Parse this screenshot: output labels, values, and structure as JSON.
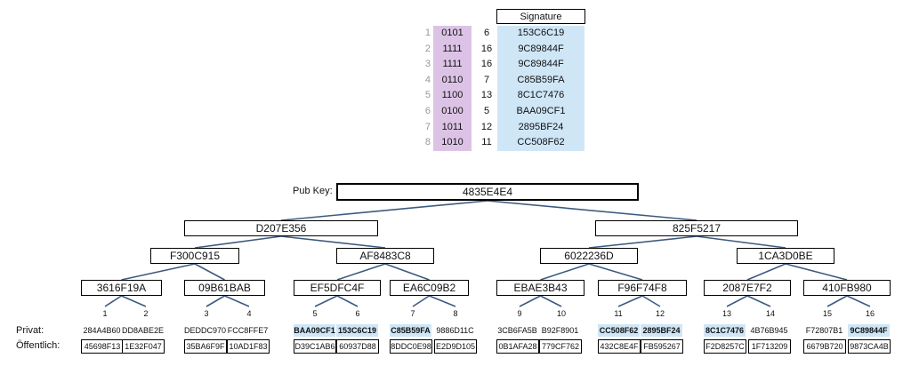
{
  "table": {
    "header": "Signature",
    "rows": [
      {
        "n": "1",
        "bits": "0101",
        "count": "6",
        "sig": "153C6C19"
      },
      {
        "n": "2",
        "bits": "1111",
        "count": "16",
        "sig": "9C89844F"
      },
      {
        "n": "3",
        "bits": "1111",
        "count": "16",
        "sig": "9C89844F"
      },
      {
        "n": "4",
        "bits": "0110",
        "count": "7",
        "sig": "C85B59FA"
      },
      {
        "n": "5",
        "bits": "1100",
        "count": "13",
        "sig": "8C1C7476"
      },
      {
        "n": "6",
        "bits": "0100",
        "count": "5",
        "sig": "BAA09CF1"
      },
      {
        "n": "7",
        "bits": "1011",
        "count": "12",
        "sig": "2895BF24"
      },
      {
        "n": "8",
        "bits": "1010",
        "count": "11",
        "sig": "CC508F62"
      }
    ]
  },
  "tree": {
    "pub_label": "Pub Key:",
    "root": "4835E4E4",
    "level1": [
      "D207E356",
      "825F5217"
    ],
    "level2": [
      "F300C915",
      "AF8483C8",
      "6022236D",
      "1CA3D0BE"
    ],
    "level3": [
      "3616F19A",
      "09B61BAB",
      "EF5DFC4F",
      "EA6C09B2",
      "EBAE3B43",
      "F96F74F8",
      "2087E7F2",
      "410FB980"
    ],
    "leaf_numbers": [
      "1",
      "2",
      "3",
      "4",
      "5",
      "6",
      "7",
      "8",
      "9",
      "10",
      "11",
      "12",
      "13",
      "14",
      "15",
      "16"
    ],
    "private_label": "Privat:",
    "public_label": "Öffentlich:",
    "private": [
      "284A4B60",
      "DD8ABE2E",
      "DEDDC970",
      "FCC8FFE7",
      "BAA09CF1",
      "153C6C19",
      "C85B59FA",
      "9886D11C",
      "3CB6FA5B",
      "B92F8901",
      "CC508F62",
      "2895BF24",
      "8C1C7476",
      "4B76B945",
      "F72807B1",
      "9C89844F"
    ],
    "private_highlight": [
      false,
      false,
      false,
      false,
      true,
      true,
      true,
      false,
      false,
      false,
      true,
      true,
      true,
      false,
      false,
      true
    ],
    "public": [
      "45698F13",
      "1E32F047",
      "35BA6F9F",
      "10AD1F83",
      "D39C1AB6",
      "60937D88",
      "8DDC0E98",
      "E2D9D105",
      "0B1AFA28",
      "779CF762",
      "432C8E4F",
      "FB595267",
      "F2D8257C",
      "1F713209",
      "6679B720",
      "9873CA4B"
    ],
    "line_color": "#3d5a80",
    "highlight_color": "#cfe6f7"
  }
}
